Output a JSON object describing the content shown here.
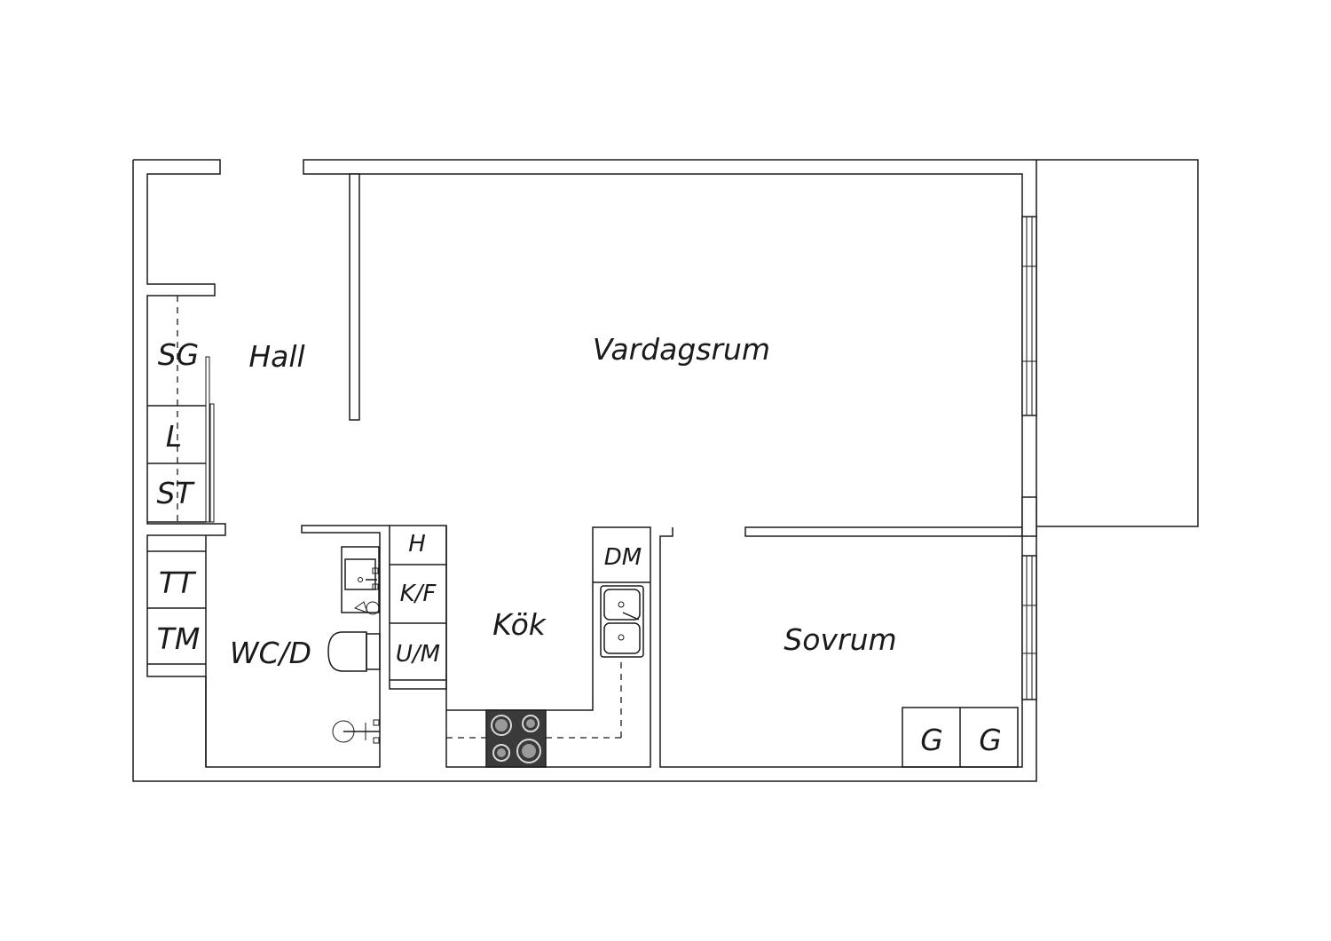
{
  "rooms": {
    "hall": "Hall",
    "vardagsrum": "Vardagsrum",
    "kok": "Kök",
    "sovrum": "Sovrum",
    "wcd": "WC/D"
  },
  "fixtures": {
    "sg": "SG",
    "l": "L",
    "st": "ST",
    "tt": "TT",
    "tm": "TM",
    "h": "H",
    "kf": "K/F",
    "um": "U/M",
    "dm": "DM",
    "g1": "G",
    "g2": "G"
  },
  "icons": [
    "sink-icon",
    "toilet-icon",
    "shower-icon",
    "kitchen-sink-icon",
    "stove-icon",
    "window-icon",
    "door-opening-icon"
  ],
  "colors": {
    "line": "#1a1a1a",
    "stove": "#3a3a3a",
    "background": "#ffffff"
  }
}
